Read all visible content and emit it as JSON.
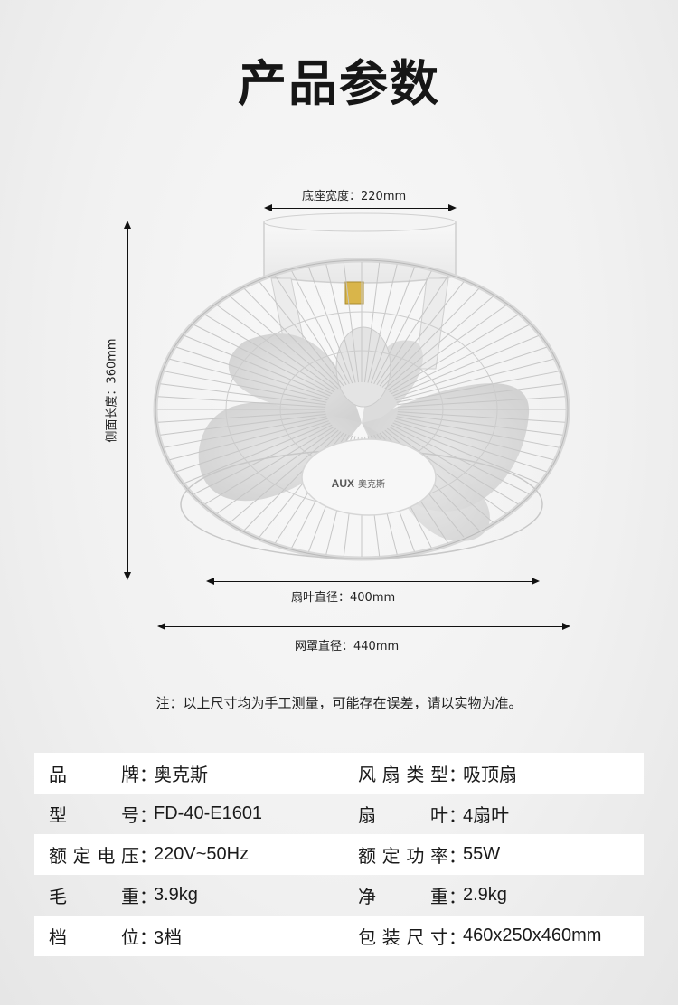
{
  "title": "产品参数",
  "dimensions": {
    "base_width": "底座宽度：220mm",
    "side_length": "侧面长度：360mm",
    "blade_diameter": "扇叶直径：400mm",
    "guard_diameter": "网罩直径：440mm"
  },
  "product_image": {
    "brand_mark": "AUX",
    "brand_cn": "奥克斯"
  },
  "note": "注：以上尺寸均为手工测量，可能存在误差，请以实物为准。",
  "specs": [
    {
      "left_label": "品牌",
      "left_value": "奥克斯",
      "right_label": "风扇类型",
      "right_value": "吸顶扇"
    },
    {
      "left_label": "型号",
      "left_value": "FD-40-E1601",
      "right_label": "扇叶",
      "right_value": "4扇叶"
    },
    {
      "left_label": "额定电压",
      "left_value": "220V~50Hz",
      "right_label": "额定功率",
      "right_value": "55W"
    },
    {
      "left_label": "毛重",
      "left_value": "3.9kg",
      "right_label": "净重",
      "right_value": "2.9kg"
    },
    {
      "left_label": "档位",
      "left_value": "3档",
      "right_label": "包装尺寸",
      "right_value": "460x250x460mm"
    }
  ]
}
